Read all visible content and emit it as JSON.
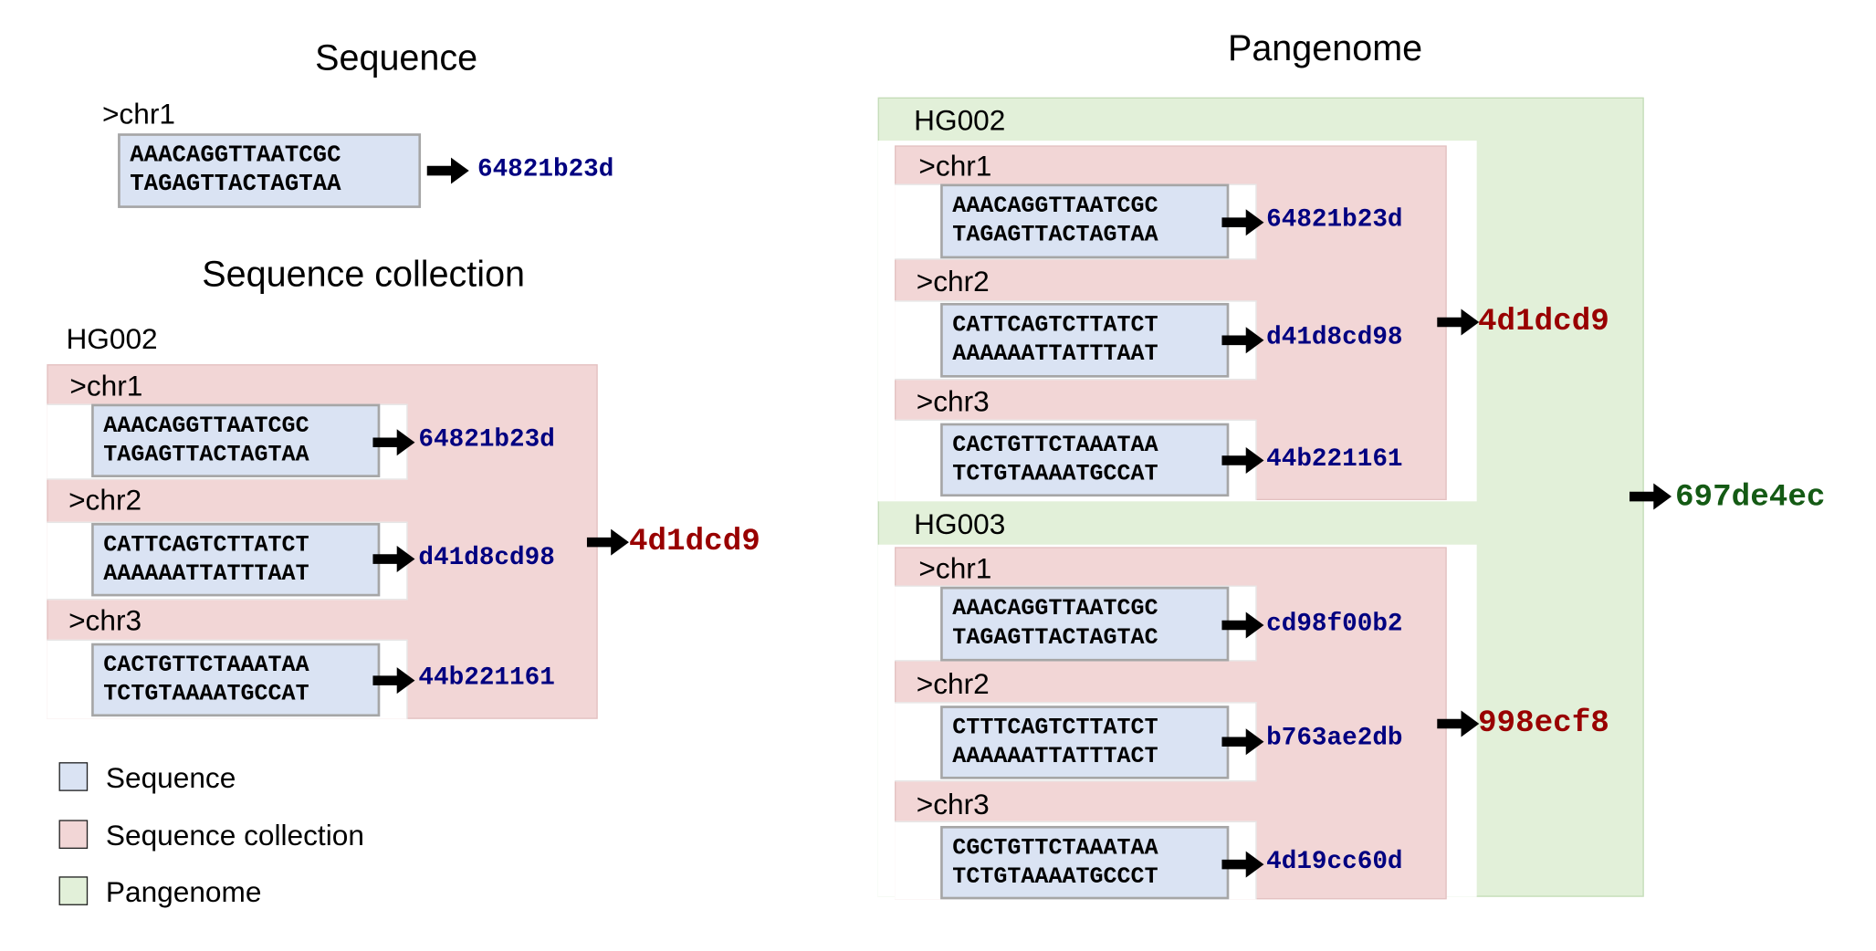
{
  "colors": {
    "sequence": "#dae3f3",
    "collection": "#f2d6d6",
    "pangenome": "#e2f0d9",
    "sequence_hash": "#000080",
    "collection_hash": "#990000",
    "pangenome_hash": "#145a14"
  },
  "sequence_panel": {
    "title": "Sequence",
    "name": ">chr1",
    "line1": "AAACAGGTTAATCGC",
    "line2": "TAGAGTTACTAGTAA",
    "hash": "64821b23d"
  },
  "collection_panel": {
    "title": "Sequence collection",
    "name": "HG002",
    "hash": "4d1dcd9",
    "chroms": [
      {
        "name": ">chr1",
        "line1": "AAACAGGTTAATCGC",
        "line2": "TAGAGTTACTAGTAA",
        "hash": "64821b23d"
      },
      {
        "name": ">chr2",
        "line1": "CATTCAGTCTTATCT",
        "line2": "AAAAAATTATTTAAT",
        "hash": "d41d8cd98"
      },
      {
        "name": ">chr3",
        "line1": "CACTGTTCTAAATAA",
        "line2": "TCTGTAAAATGCCAT",
        "hash": "44b221161"
      }
    ]
  },
  "legend": {
    "sequence": "Sequence",
    "collection": "Sequence collection",
    "pangenome": "Pangenome"
  },
  "pangenome_panel": {
    "title": "Pangenome",
    "hash": "697de4ec",
    "genomes": [
      {
        "name": "HG002",
        "hash": "4d1dcd9",
        "chroms": [
          {
            "name": ">chr1",
            "line1": "AAACAGGTTAATCGC",
            "line2": "TAGAGTTACTAGTAA",
            "hash": "64821b23d"
          },
          {
            "name": ">chr2",
            "line1": "CATTCAGTCTTATCT",
            "line2": "AAAAAATTATTTAAT",
            "hash": "d41d8cd98"
          },
          {
            "name": ">chr3",
            "line1": "CACTGTTCTAAATAA",
            "line2": "TCTGTAAAATGCCAT",
            "hash": "44b221161"
          }
        ]
      },
      {
        "name": "HG003",
        "hash": "998ecf8",
        "chroms": [
          {
            "name": ">chr1",
            "line1": "AAACAGGTTAATCGC",
            "line2": "TAGAGTTACTAGTAC",
            "hash": "cd98f00b2"
          },
          {
            "name": ">chr2",
            "line1": "CTTTCAGTCTTATCT",
            "line2": "AAAAAATTATTTACT",
            "hash": "b763ae2db"
          },
          {
            "name": ">chr3",
            "line1": "CGCTGTTCTAAATAA",
            "line2": "TCTGTAAAATGCCCT",
            "hash": "4d19cc60d"
          }
        ]
      }
    ]
  }
}
